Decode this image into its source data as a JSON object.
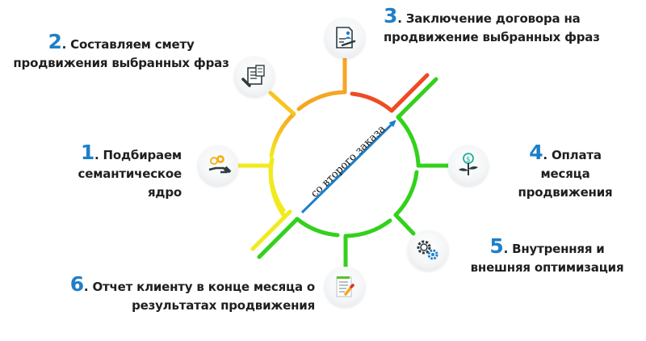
{
  "steps": [
    {
      "num": "1",
      "line1": "Подбираем",
      "line2": "семантическое ядро"
    },
    {
      "num": "2",
      "line1": "Составляем смету",
      "line2": "продвижения выбранных фраз"
    },
    {
      "num": "3",
      "line1": "Заключение договора на",
      "line2": "продвижение выбранных фраз"
    },
    {
      "num": "4",
      "line1": "Оплата месяца",
      "line2": "продвижения"
    },
    {
      "num": "5",
      "line1": "Внутренняя и",
      "line2": "внешняя оптимизация"
    },
    {
      "num": "6",
      "line1": "Отчет клиенту в конце месяца о",
      "line2": "результатах продвижения"
    }
  ],
  "cycle_label": "со второго заказа",
  "colors": {
    "number": "#1e7fc8",
    "yellow": "#f2ea1c",
    "orange": "#f5a623",
    "red": "#ee4b22",
    "green": "#33d11c",
    "arrow": "#1e7fc8"
  },
  "icons": {
    "step1": "hand-gears-icon",
    "step2": "estimate-calculator-icon",
    "step3": "contract-document-icon",
    "step4": "money-plant-icon",
    "step5": "optimization-gears-icon",
    "step6": "report-edit-icon"
  }
}
